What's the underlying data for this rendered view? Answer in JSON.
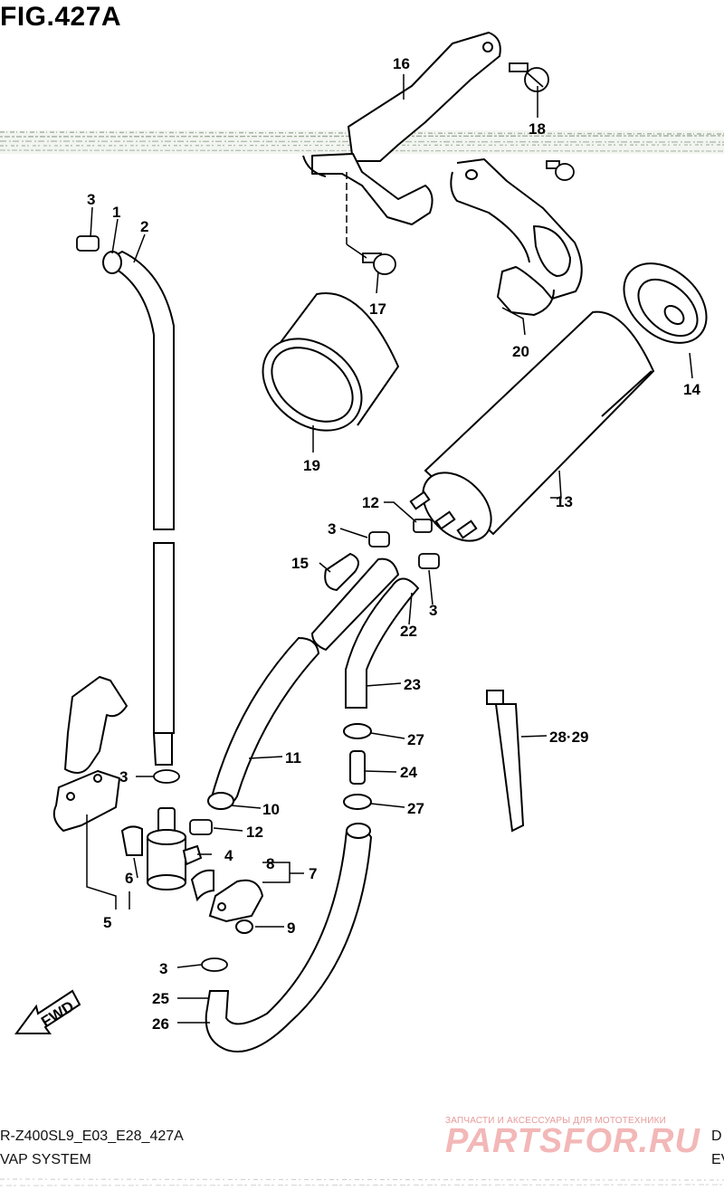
{
  "figure": {
    "title": "FIG.427A",
    "footer_code": "R-Z400SL9_E03_E28_427A",
    "footer_name": "VAP SYSTEM",
    "footer_right_top": "D",
    "footer_right_bottom": "EV"
  },
  "watermark": {
    "sub": "ЗАПЧАСТИ И АКСЕССУАРЫ ДЛЯ МОТОТЕХНИКИ",
    "main": "PARTSFOR.RU"
  },
  "fwd_label": "FWD",
  "callouts": [
    {
      "id": "c3a",
      "text": "3"
    },
    {
      "id": "c1",
      "text": "1"
    },
    {
      "id": "c2",
      "text": "2"
    },
    {
      "id": "c16",
      "text": "16"
    },
    {
      "id": "c18",
      "text": "18"
    },
    {
      "id": "c17",
      "text": "17"
    },
    {
      "id": "c20",
      "text": "20"
    },
    {
      "id": "c14",
      "text": "14"
    },
    {
      "id": "c19",
      "text": "19"
    },
    {
      "id": "c13",
      "text": "13"
    },
    {
      "id": "c12a",
      "text": "12"
    },
    {
      "id": "c3b",
      "text": "3"
    },
    {
      "id": "c15",
      "text": "15"
    },
    {
      "id": "c3c",
      "text": "3"
    },
    {
      "id": "c22",
      "text": "22"
    },
    {
      "id": "c23",
      "text": "23"
    },
    {
      "id": "c2829",
      "text": "28·29"
    },
    {
      "id": "c27a",
      "text": "27"
    },
    {
      "id": "c24",
      "text": "24"
    },
    {
      "id": "c27b",
      "text": "27"
    },
    {
      "id": "c11",
      "text": "11"
    },
    {
      "id": "c3d",
      "text": "3"
    },
    {
      "id": "c10",
      "text": "10"
    },
    {
      "id": "c12b",
      "text": "12"
    },
    {
      "id": "c4",
      "text": "4"
    },
    {
      "id": "c8",
      "text": "8"
    },
    {
      "id": "c7",
      "text": "7"
    },
    {
      "id": "c6",
      "text": "6"
    },
    {
      "id": "c9",
      "text": "9"
    },
    {
      "id": "c5",
      "text": "5"
    },
    {
      "id": "c3e",
      "text": "3"
    },
    {
      "id": "c25",
      "text": "25"
    },
    {
      "id": "c26",
      "text": "26"
    }
  ]
}
